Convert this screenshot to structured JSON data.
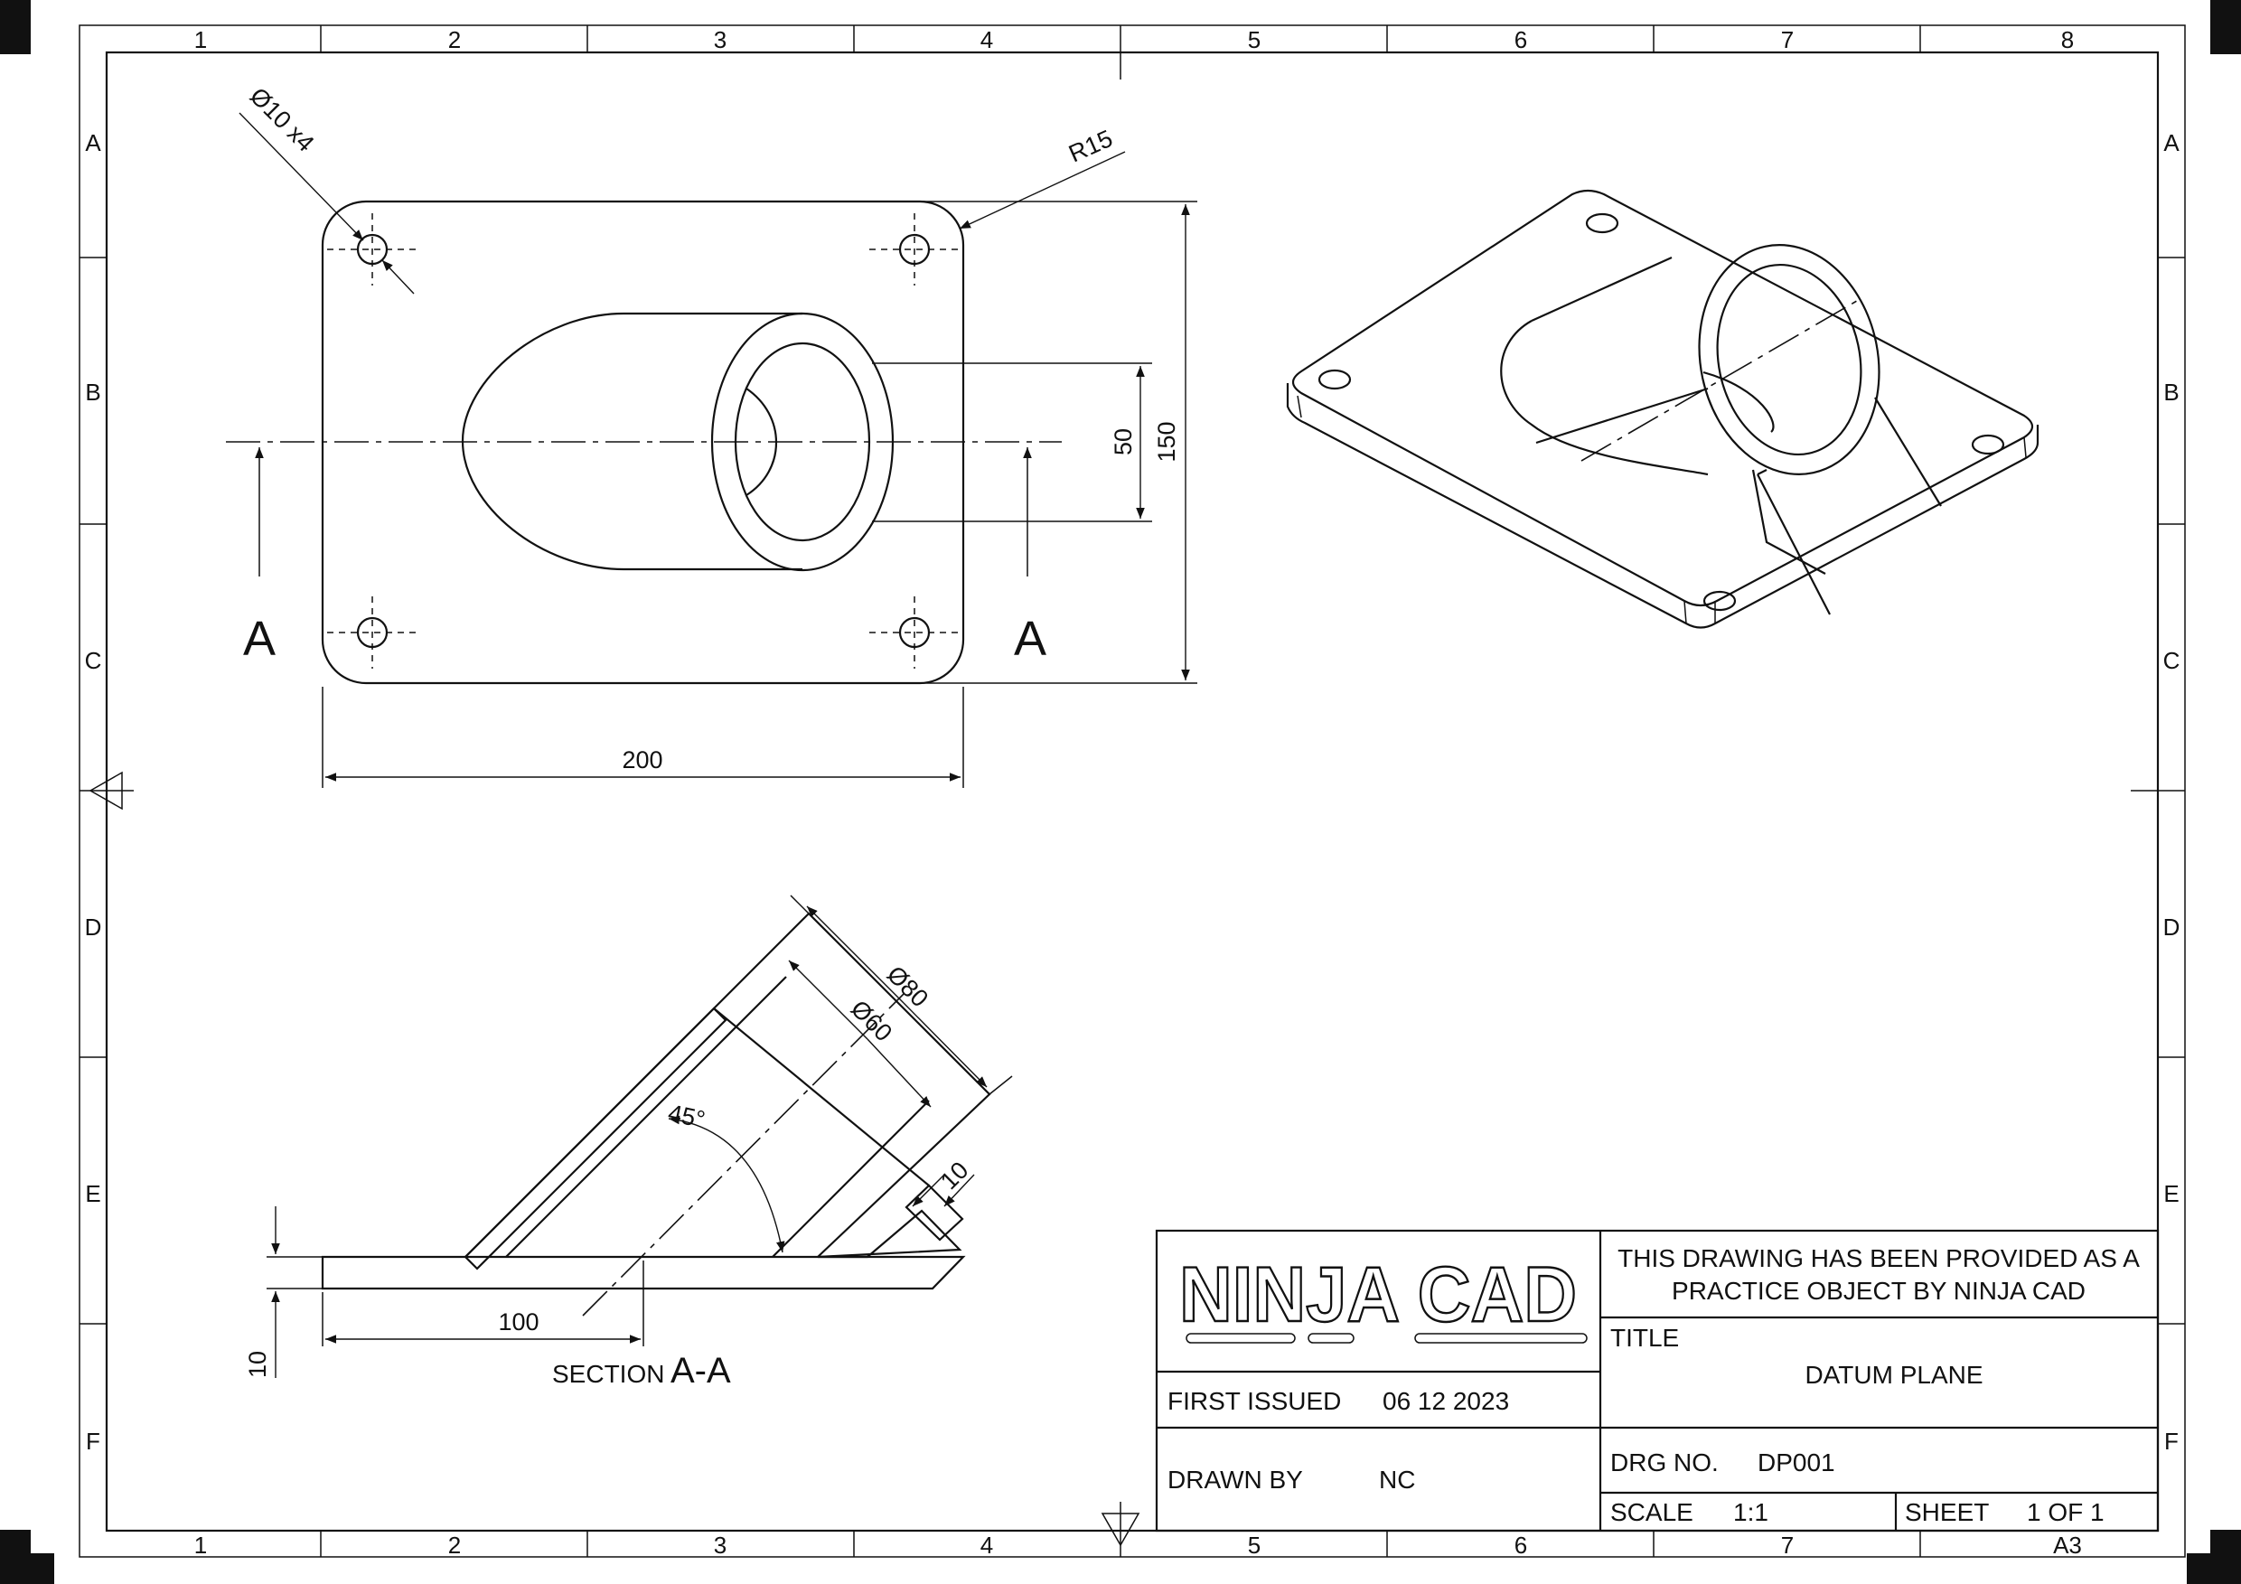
{
  "frame": {
    "col_labels": [
      "1",
      "2",
      "3",
      "4",
      "5",
      "6",
      "7",
      "8"
    ],
    "row_labels": [
      "A",
      "B",
      "C",
      "D",
      "E",
      "F"
    ],
    "sheet_size": "A3"
  },
  "plan_view": {
    "hole_callout": "Ø10 x4",
    "radius_callout": "R15",
    "dim_inner": "50",
    "dim_height": "150",
    "dim_width": "200",
    "section_mark_left": "A",
    "section_mark_right": "A"
  },
  "section_view": {
    "dim_outer_dia": "Ø80",
    "dim_inner_dia": "Ø60",
    "dim_angle": "45°",
    "dim_wall": "10",
    "dim_length": "100",
    "dim_thickness": "10",
    "caption_prefix": "SECTION",
    "caption_id": "A-A"
  },
  "title_block": {
    "logo_text": "NINJA CAD",
    "notice_line1": "THIS DRAWING HAS BEEN PROVIDED AS A",
    "notice_line2": "PRACTICE OBJECT BY  NINJA CAD",
    "title_label": "TITLE",
    "title_value": "DATUM PLANE",
    "first_issued_label": "FIRST ISSUED",
    "first_issued_value": "06 12 2023",
    "drawn_by_label": "DRAWN BY",
    "drawn_by_value": "NC",
    "drg_no_label": "DRG NO.",
    "drg_no_value": "DP001",
    "scale_label": "SCALE",
    "scale_value": "1:1",
    "sheet_label": "SHEET",
    "sheet_value": "1 OF 1"
  }
}
